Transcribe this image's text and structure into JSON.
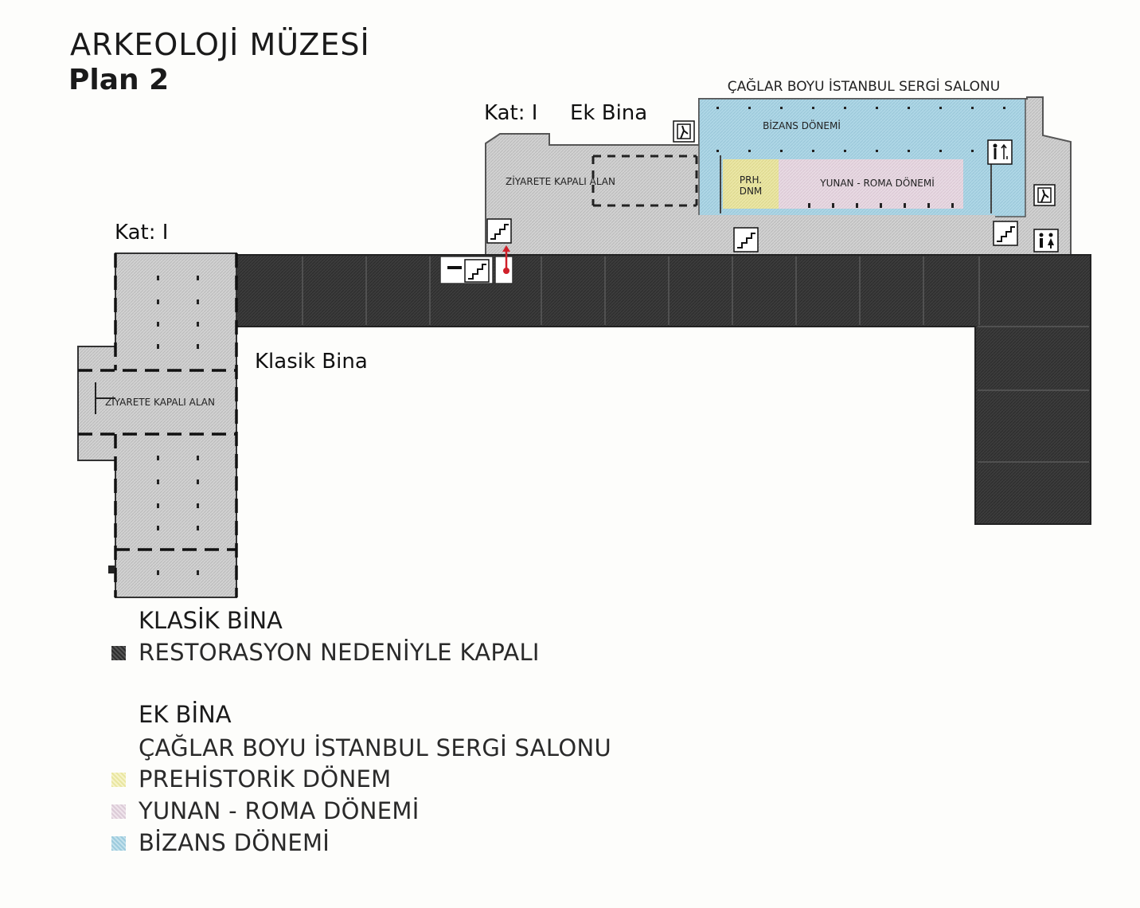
{
  "title": "ARKEOLOJİ MÜZESİ",
  "subtitle": "Plan 2",
  "map": {
    "top_banner": "ÇAĞLAR BOYU İSTANBUL SERGİ SALONU",
    "annex_floor": "Kat: I",
    "annex_name": "Ek Bina",
    "classic_floor": "Kat: I",
    "classic_name": "Klasik Bina",
    "bizans_label": "BİZANS DÖNEMİ",
    "prh_line1": "PRH.",
    "prh_line2": "DNM",
    "yunan_label": "YUNAN - ROMA DÖNEMİ",
    "closed_area_annex": "ZİYARETE KAPALI ALAN",
    "closed_area_classic": "ZİYARETE KAPALI ALAN",
    "icons": [
      "stairs-icon",
      "exit-icon",
      "elevator-icon",
      "restroom-icon",
      "location-pin-icon"
    ]
  },
  "legend": {
    "classic_heading": "KLASİK BİNA",
    "classic_items": [
      {
        "label": "RESTORASYON NEDENİYLE KAPALI",
        "color": "#3a3a3a"
      }
    ],
    "annex_heading": "EK BİNA",
    "annex_subheading": "ÇAĞLAR BOYU İSTANBUL SERGİ SALONU",
    "annex_items": [
      {
        "label": "PREHİSTORİK DÖNEM",
        "color": "#e6e39a"
      },
      {
        "label": "YUNAN - ROMA DÖNEMİ",
        "color": "#e2cfdc"
      },
      {
        "label": "BİZANS DÖNEMİ",
        "color": "#a6d1e2"
      }
    ]
  },
  "colors": {
    "closed": "#3a3a3a",
    "light_gray": "#cfcfcf",
    "bizans": "#a9d4e4",
    "prehistoric": "#e9e6a0",
    "yunan": "#e6d6e0",
    "pin": "#d0202a"
  }
}
